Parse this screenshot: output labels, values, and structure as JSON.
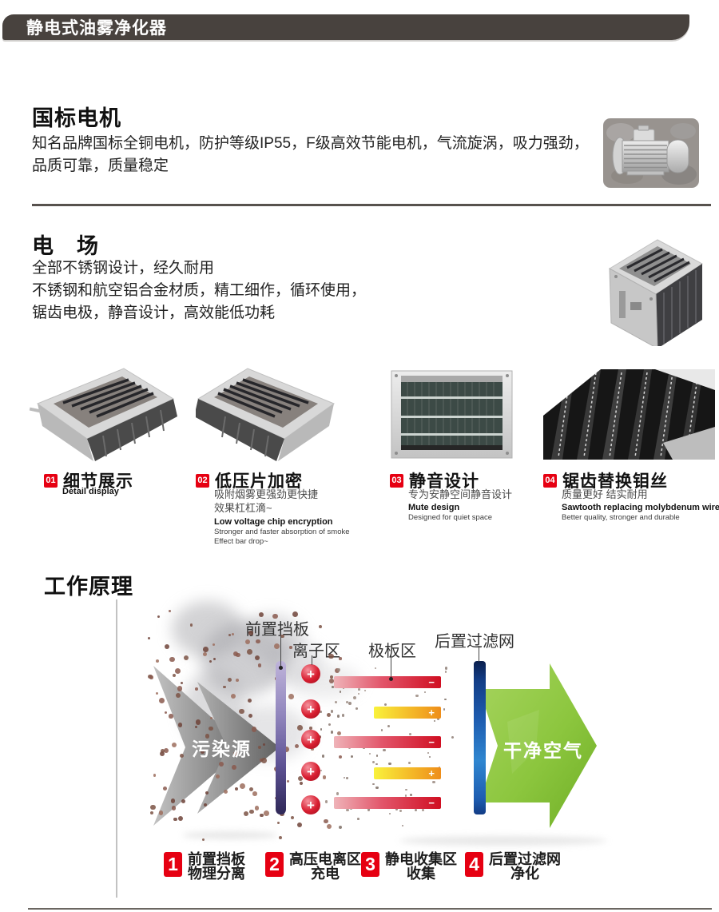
{
  "page": {
    "title": "静电式油雾净化器"
  },
  "motor": {
    "heading": "国标电机",
    "line1": "知名品牌国标全铜电机，防护等级IP55，F级高效节能电机，气流旋涡，吸力强劲，",
    "line2": "品质可靠，质量稳定"
  },
  "field": {
    "heading": "电　场",
    "line1": "全部不锈钢设计，经久耐用",
    "line2": "不锈钢和航空铝合金材质，精工细作，循环使用，",
    "line3": "锯齿电极，静音设计，高效能低功耗"
  },
  "features": [
    {
      "num": "01",
      "title": "细节展示",
      "cn": "",
      "en_bold": "Detail display",
      "en": ""
    },
    {
      "num": "02",
      "title": "低压片加密",
      "cn": "吸附烟雾更强劲更快捷\n效果杠杠滴~",
      "en_bold": "Low voltage chip encryption",
      "en": "Stronger and faster absorption of smoke\nEffect bar drop~"
    },
    {
      "num": "03",
      "title": "静音设计",
      "cn": "专为安静空间静音设计",
      "en_bold": "Mute design",
      "en": "Designed for quiet space"
    },
    {
      "num": "04",
      "title": "锯齿替换钼丝",
      "cn": "质量更好  结实耐用",
      "en_bold": "Sawtooth replacing molybdenum wire",
      "en": "Better quality, stronger and durable"
    }
  ],
  "principle": {
    "heading": "工作原理",
    "labels": {
      "front_baffle": "前置挡板",
      "ion_zone": "离子区",
      "plate_zone": "极板区",
      "rear_filter": "后置过滤网",
      "pollution": "污染源",
      "clean_air": "干净空气"
    },
    "sign_plus": "+",
    "sign_minus": "−",
    "steps": [
      {
        "num": "1",
        "line1": "前置挡板",
        "line2": "物理分离"
      },
      {
        "num": "2",
        "line1": "高压电离区",
        "line2": "充电"
      },
      {
        "num": "3",
        "line1": "静电收集区",
        "line2": "收集"
      },
      {
        "num": "4",
        "line1": "后置过滤网",
        "line2": "净化"
      }
    ]
  },
  "colors": {
    "accent_red": "#e60012",
    "header_bg": "#48423e",
    "clean_air_green": "#7cbf2e",
    "filter_blue": "#2f86d0",
    "baffle_purple": "#5d5294",
    "ion_red": "#d81e30",
    "plate_negative_red": "#d00f22",
    "plate_positive_orange": "#ee8d1a",
    "pollution_gray": "#8a8a8a"
  }
}
